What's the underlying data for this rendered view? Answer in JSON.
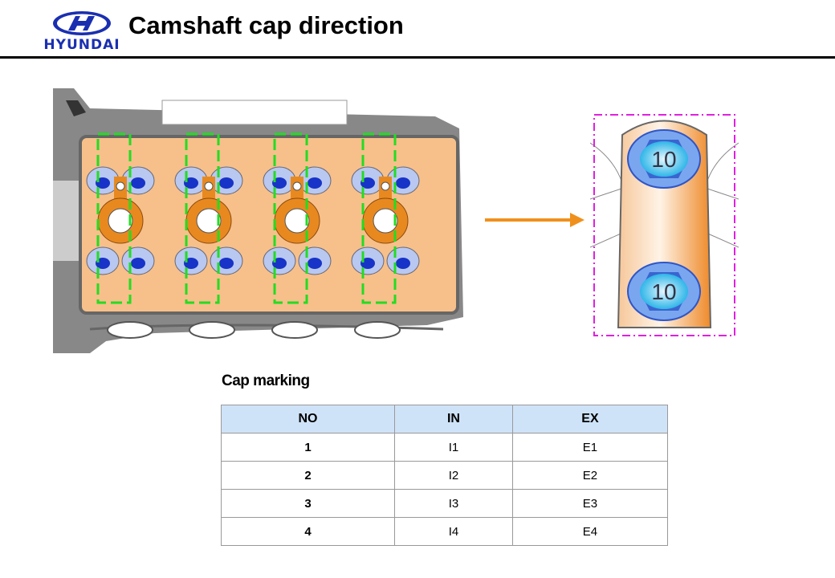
{
  "header": {
    "brand": "HYUNDAI",
    "title": "Camshaft cap direction"
  },
  "illustration": {
    "cap_count": 4,
    "bolt_torque_marking": "10",
    "colors": {
      "cap_orange": "#e8891f",
      "cap_fill": "#f7c08a",
      "highlight_green": "#22dd22",
      "detail_magenta": "#e020e0",
      "arrow_orange": "#f0901c",
      "bolt_blue": "#4a7fe0"
    }
  },
  "cap_marking": {
    "title": "Cap marking",
    "columns": [
      "NO",
      "IN",
      "EX"
    ],
    "rows": [
      [
        "1",
        "I1",
        "E1"
      ],
      [
        "2",
        "I2",
        "E2"
      ],
      [
        "3",
        "I3",
        "E3"
      ],
      [
        "4",
        "I4",
        "E4"
      ]
    ]
  }
}
